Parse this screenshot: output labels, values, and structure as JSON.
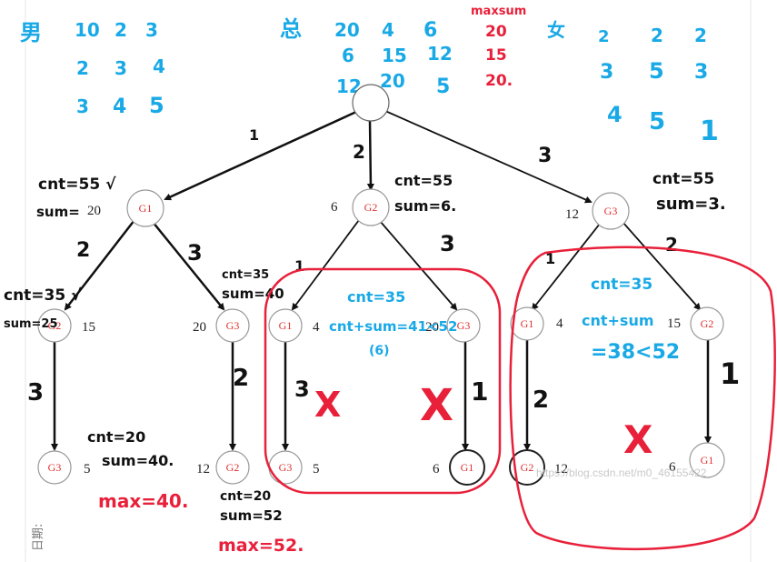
{
  "tables": {
    "male": {
      "label": "男",
      "rows": [
        [
          "10",
          "2",
          "3"
        ],
        [
          "2",
          "3",
          "4"
        ],
        [
          "3",
          "4",
          "5"
        ]
      ]
    },
    "total": {
      "label": "总",
      "rows": [
        [
          "20",
          "4",
          "6"
        ],
        [
          "6",
          "15",
          "12"
        ],
        [
          "12",
          "20",
          "5"
        ]
      ]
    },
    "maxsum": {
      "label": "maxsum",
      "values": [
        "20",
        "15",
        "20."
      ]
    },
    "female": {
      "label": "女",
      "rows": [
        [
          "2",
          "2",
          "2"
        ],
        [
          "3",
          "5",
          "3"
        ],
        [
          "4",
          "5",
          "1"
        ]
      ]
    }
  },
  "nodes": {
    "root": {
      "label": ""
    },
    "l1_a": {
      "label": "G1",
      "value": "20"
    },
    "l1_b": {
      "label": "G2",
      "value": "6"
    },
    "l1_c": {
      "label": "G3",
      "value": "12"
    },
    "l2_a": {
      "label": "G2",
      "value": "15"
    },
    "l2_b": {
      "label": "G3",
      "value": "20"
    },
    "l2_c": {
      "label": "G1",
      "value": "4"
    },
    "l2_d": {
      "label": "G3",
      "value": "20"
    },
    "l2_e": {
      "label": "G1",
      "value": "4"
    },
    "l2_f": {
      "label": "G2",
      "value": "15"
    },
    "l3_a": {
      "label": "G3",
      "value": "5"
    },
    "l3_b": {
      "label": "G2",
      "value": "12"
    },
    "l3_c": {
      "label": "G3",
      "value": "5"
    },
    "l3_d": {
      "label": "G1",
      "value": "6"
    },
    "l3_e": {
      "label": "G2",
      "value": "12"
    },
    "l3_f": {
      "label": "G1",
      "value": "6"
    }
  },
  "edge_labels": {
    "root_a": "1",
    "root_b": "2",
    "root_c": "3",
    "a_a": "2",
    "a_b": "3",
    "b_c": "1",
    "b_d": "3",
    "c_e": "1",
    "c_f": "2",
    "l2a_l3a": "3",
    "l2b_l3b": "2",
    "l2c_l3c": "3",
    "l2d_l3d": "1",
    "l2e_l3e": "2",
    "l2f_l3f": "1"
  },
  "annotations": {
    "g1_cnt": "cnt=55 √",
    "g1_sum": "sum=",
    "g2_cnt": "cnt=55",
    "g2_sum": "sum=6.",
    "g3_cnt": "cnt=55",
    "g3_sum": "sum=3.",
    "a2_cnt": "cnt=35 √",
    "a2_sum": "sum=25",
    "a3_cnt": "cnt=35",
    "a3_sum": "sum=40",
    "b_cnt": "cnt=35",
    "b_cntsum": "cnt+sum=41<52",
    "b_six": "(6)",
    "c_cnt": "cnt=35",
    "c_cntsum": "cnt+sum",
    "c_eq": "=38<52",
    "leaf1_cnt": "cnt=20",
    "leaf1_sum": "sum=40.",
    "leaf1_max": "max=40.",
    "leaf2_cnt": "cnt=20",
    "leaf2_sum": "sum=52",
    "leaf2_max": "max=52.",
    "cross": "X"
  },
  "footer": {
    "date_label": "日期:",
    "watermark": "https://blog.csdn.net/m0_46155422"
  },
  "colors": {
    "blue": "#19a9e6",
    "red": "#e8203a",
    "ink": "#111111",
    "node_label": "#e03030"
  }
}
